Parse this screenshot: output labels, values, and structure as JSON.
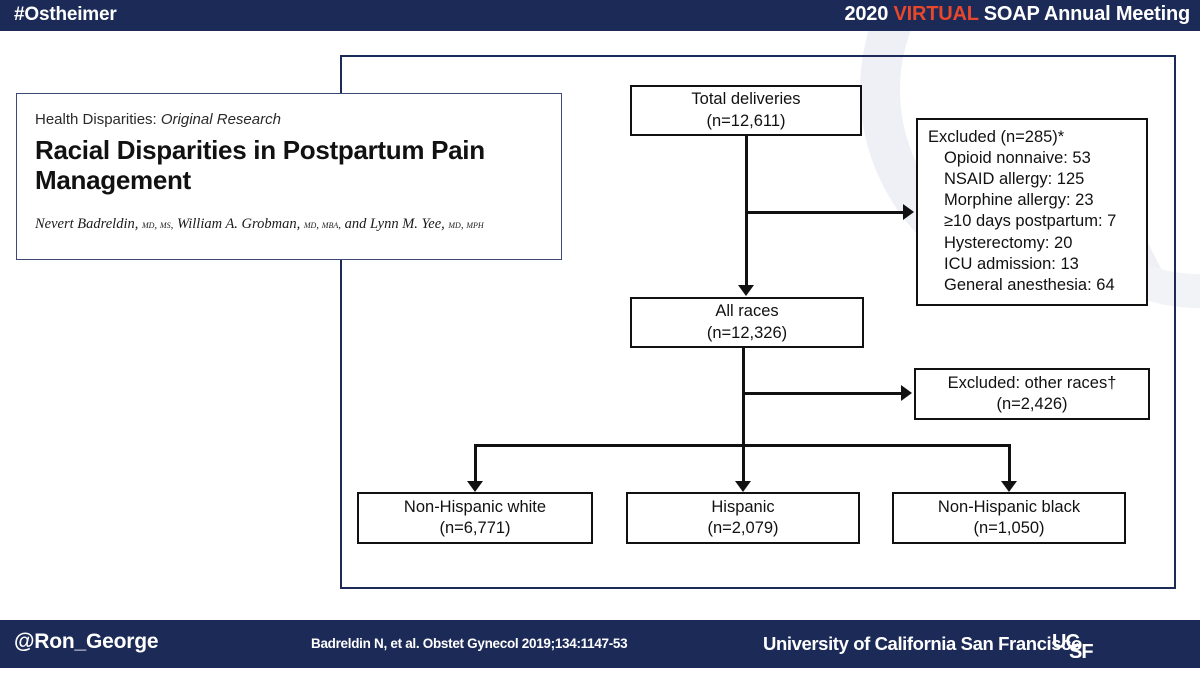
{
  "header": {
    "left_hashtag": "#Ostheimer",
    "right_year": "2020",
    "right_virtual": "VIRTUAL",
    "right_rest": "SOAP Annual Meeting",
    "bar_color": "#1b2a56",
    "accent_color": "#e8472b"
  },
  "title_card": {
    "kicker_plain": "Health Disparities: ",
    "kicker_italic": "Original Research",
    "title": "Racial Disparities in Postpartum Pain Management",
    "authors_full": "Nevert Badreldin, MD, MS, William A. Grobman, MD, MBA, and Lynn M. Yee, MD, MPH",
    "authors": [
      {
        "name": "Nevert Badreldin,",
        "degrees": "MD, MS,"
      },
      {
        "name": "William A. Grobman,",
        "degrees": "MD, MBA,"
      },
      {
        "name": "and Lynn M. Yee,",
        "degrees": "MD, MPH"
      }
    ]
  },
  "flowchart": {
    "type": "prisma-flow-diagram",
    "nodes": {
      "total_deliveries": {
        "line1": "Total deliveries",
        "line2": "(n=12,611)",
        "n": 12611
      },
      "all_races": {
        "line1": "All races",
        "line2": "(n=12,326)",
        "n": 12326
      },
      "excluded_criteria": {
        "heading": "Excluded (n=285)*",
        "n": 285,
        "items": [
          "Opioid nonnaive: 53",
          "NSAID allergy: 125",
          "Morphine allergy: 23",
          "≥10 days postpartum: 7",
          "Hysterectomy: 20",
          "ICU admission: 13",
          "General anesthesia: 64"
        ]
      },
      "excluded_other_races": {
        "line1": "Excluded: other races†",
        "line2": "(n=2,426)",
        "n": 2426
      },
      "non_hispanic_white": {
        "line1": "Non-Hispanic white",
        "line2": "(n=6,771)",
        "n": 6771
      },
      "hispanic": {
        "line1": "Hispanic",
        "line2": "(n=2,079)",
        "n": 2079
      },
      "non_hispanic_black": {
        "line1": "Non-Hispanic black",
        "line2": "(n=1,050)",
        "n": 1050
      }
    }
  },
  "footer": {
    "handle": "@Ron_George",
    "citation": "Badreldin N, et al. Obstet Gynecol 2019;134:1147-53",
    "university": "University of California San Francisco",
    "logo_top": "UC",
    "logo_bottom": "SF"
  }
}
